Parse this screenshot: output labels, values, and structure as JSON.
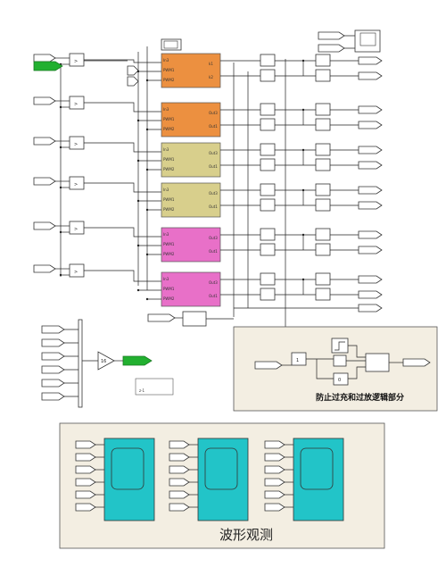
{
  "colors": {
    "orange": "#ec9040",
    "yellow": "#d8cf8c",
    "magenta": "#e870c8",
    "green_port": "#22b030",
    "scope_cyan": "#22c4c8",
    "panel_bg": "#f3eee2"
  },
  "compare_label": ">",
  "gain_label": "16",
  "subsystems": [
    {
      "color": "orange",
      "inputs": [
        "In3",
        "PWM1",
        "PWM2"
      ],
      "outputs": [
        "k1",
        "k2"
      ]
    },
    {
      "color": "orange",
      "inputs": [
        "In3",
        "PWM1",
        "PWM2"
      ],
      "outputs": [
        "Out3",
        "Out1"
      ]
    },
    {
      "color": "yellow",
      "inputs": [
        "In3",
        "PWM1",
        "PWM2"
      ],
      "outputs": [
        "Out3",
        "Out1"
      ]
    },
    {
      "color": "yellow",
      "inputs": [
        "In3",
        "PWM1",
        "PWM2"
      ],
      "outputs": [
        "Out3",
        "Out1"
      ]
    },
    {
      "color": "magenta",
      "inputs": [
        "In3",
        "PWM1",
        "PWM2"
      ],
      "outputs": [
        "Out3",
        "Out1"
      ]
    },
    {
      "color": "magenta",
      "inputs": [
        "In3",
        "PWM1",
        "PWM2"
      ],
      "outputs": [
        "Out3",
        "Out1"
      ]
    }
  ],
  "logic_panel": {
    "caption": "防止过充和过放逻辑部分",
    "const1": "1",
    "const0": "0"
  },
  "scope_panel": {
    "caption": "波形观测"
  },
  "misc": {
    "small_block_label": "z-1"
  }
}
